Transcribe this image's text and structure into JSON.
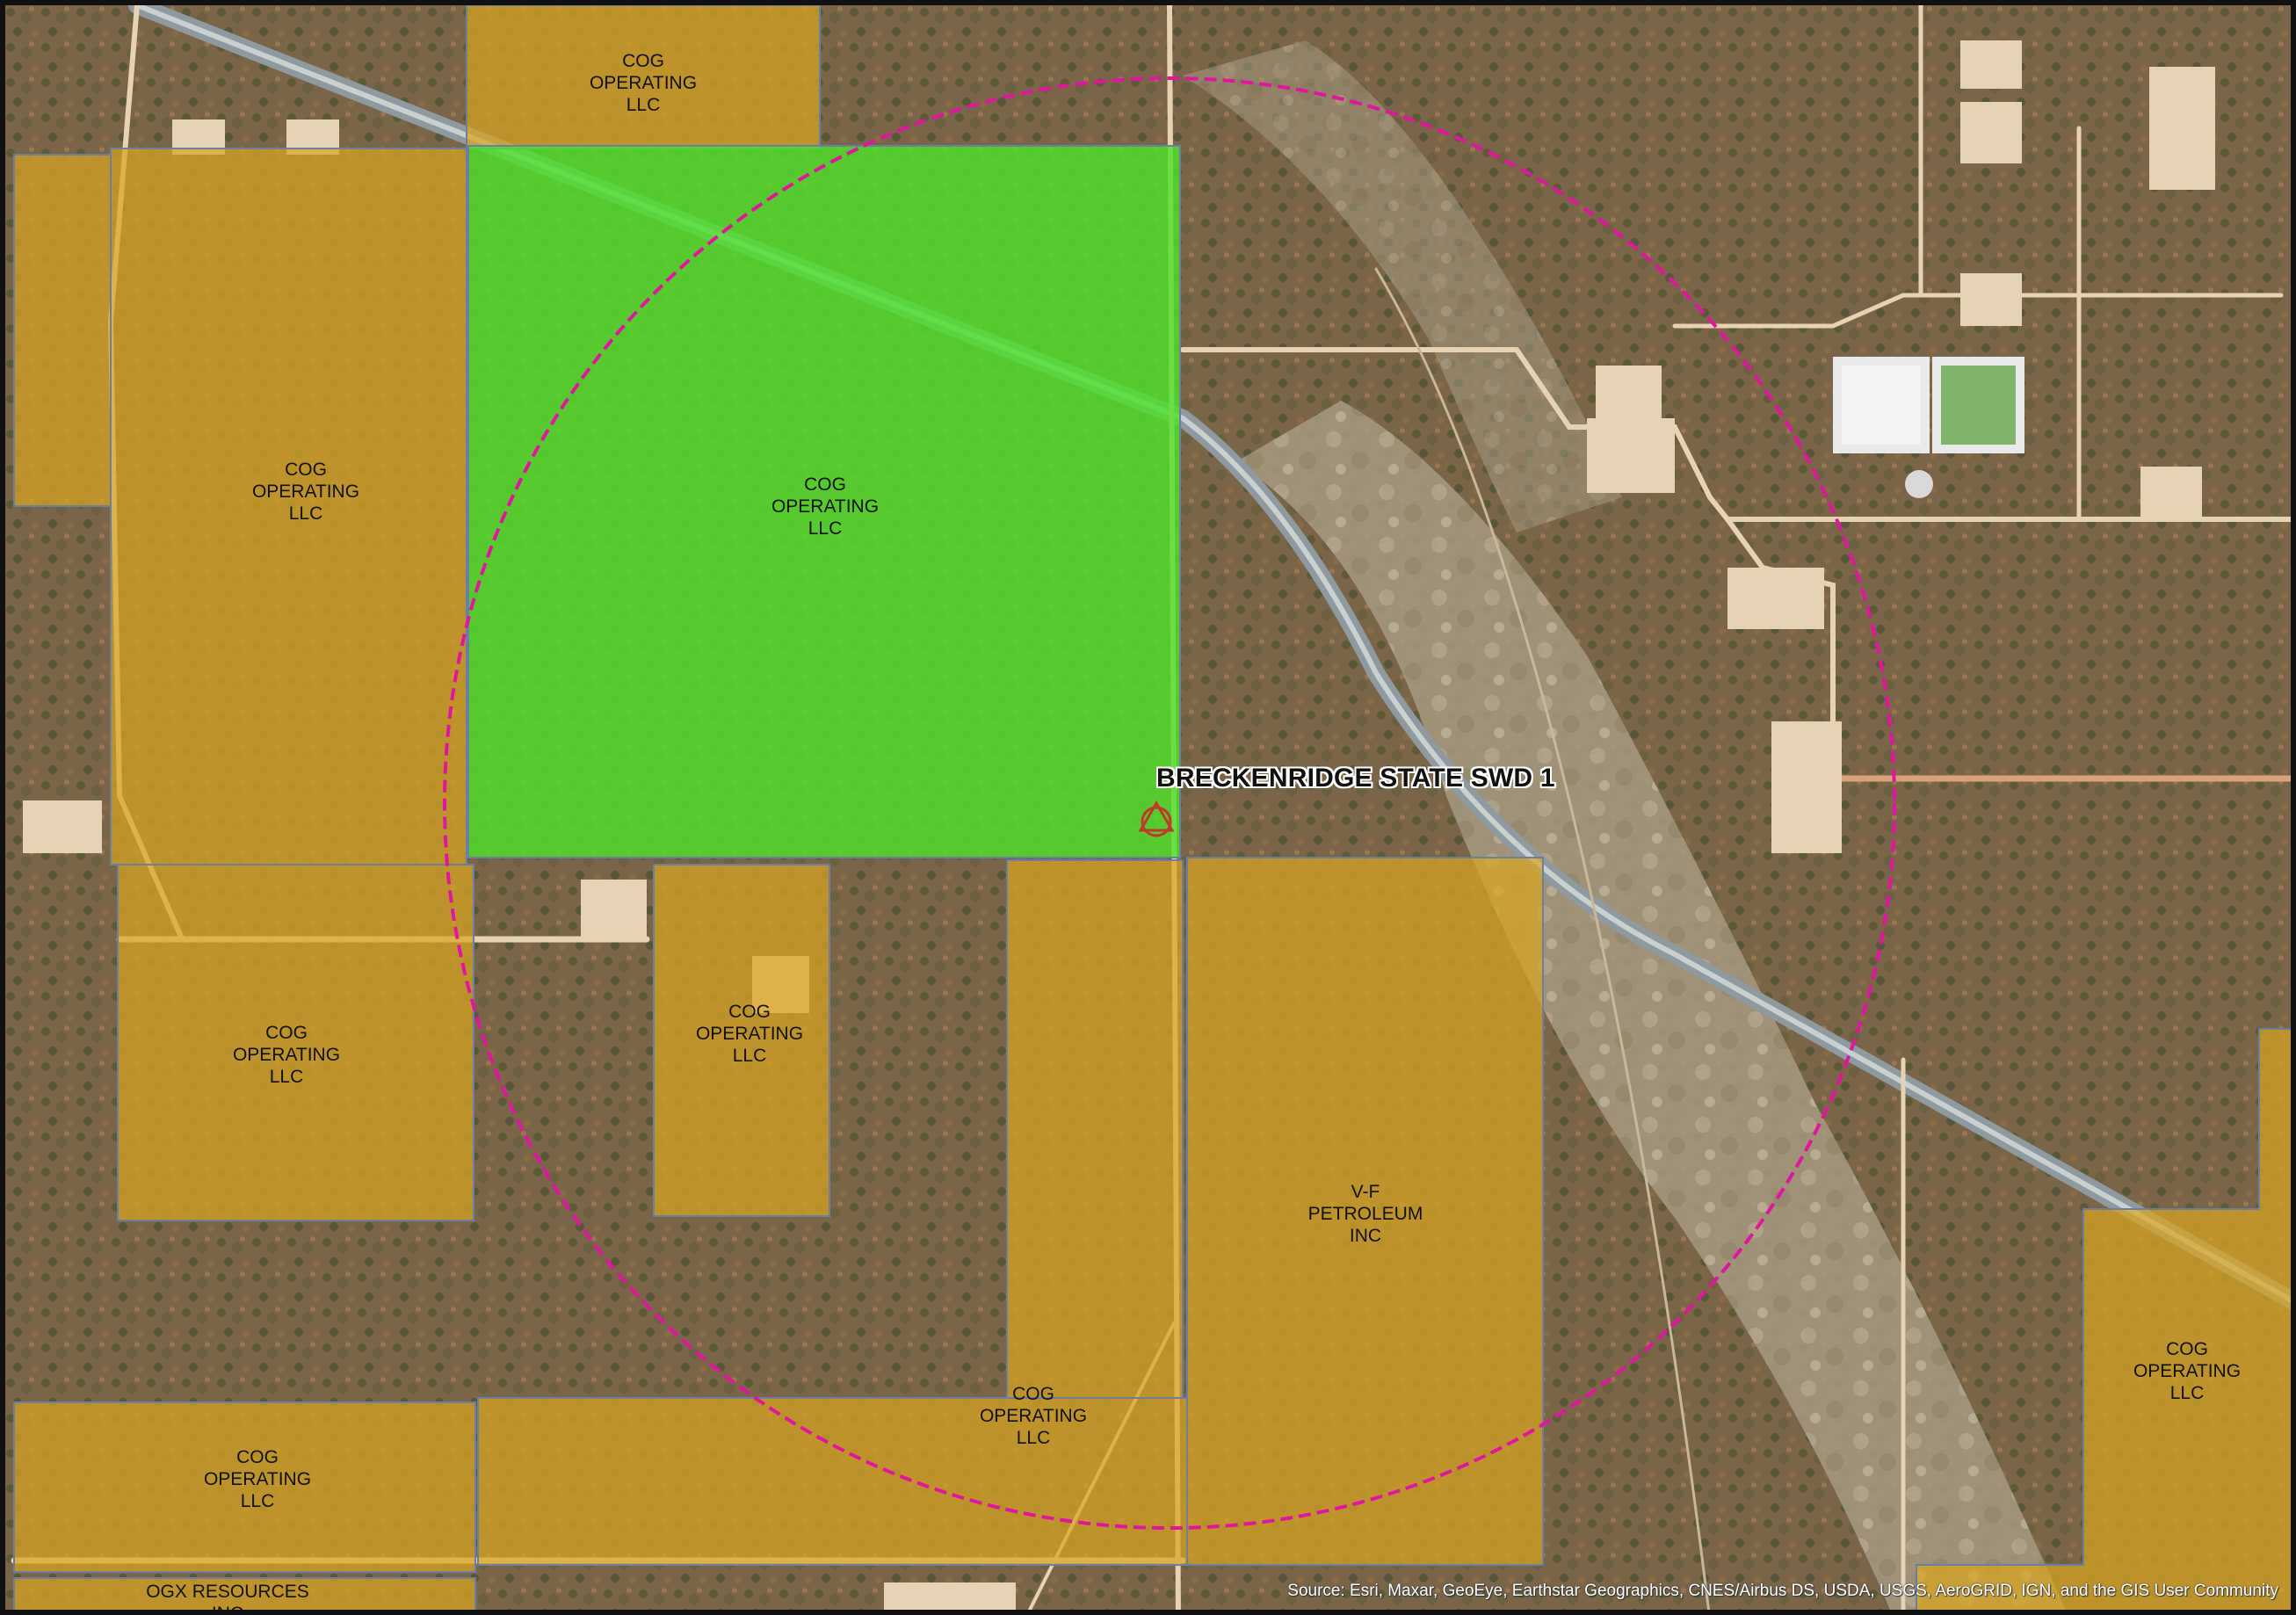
{
  "map": {
    "colors": {
      "lease_fill": "#d9a520",
      "focus_lease_fill": "#4ee02a",
      "radius_ring": "#e0169f",
      "well_symbol": "#c0392b",
      "terrain": "#7d6a4a",
      "pad": "#e6d3b6"
    },
    "well": {
      "name": "BRECKENRIDGE STATE SWD 1",
      "symbol": "triangle-circle-icon"
    },
    "leases": [
      {
        "id": "lease-top-center",
        "operator": "COG\nOPERATING\nLLC"
      },
      {
        "id": "lease-left-upper",
        "operator": "COG\nOPERATING\nLLC"
      },
      {
        "id": "lease-focus-green",
        "operator": "COG\nOPERATING\nLLC"
      },
      {
        "id": "lease-left-middle",
        "operator": "COG\nOPERATING\nLLC"
      },
      {
        "id": "lease-center-middle",
        "operator": "COG\nOPERATING\nLLC"
      },
      {
        "id": "lease-vf",
        "operator": "V-F\nPETROLEUM\nINC"
      },
      {
        "id": "lease-center-lower",
        "operator": "COG\nOPERATING\nLLC"
      },
      {
        "id": "lease-left-lower",
        "operator": "COG\nOPERATING\nLLC"
      },
      {
        "id": "lease-right",
        "operator": "COG\nOPERATING\nLLC"
      },
      {
        "id": "lease-bottom-left",
        "operator": "OGX RESOURCES\nINC"
      }
    ],
    "attribution": "Source: Esri, Maxar, GeoEye, Earthstar Geographics, CNES/Airbus DS, USDA, USGS, AeroGRID, IGN, and the GIS User Community"
  }
}
